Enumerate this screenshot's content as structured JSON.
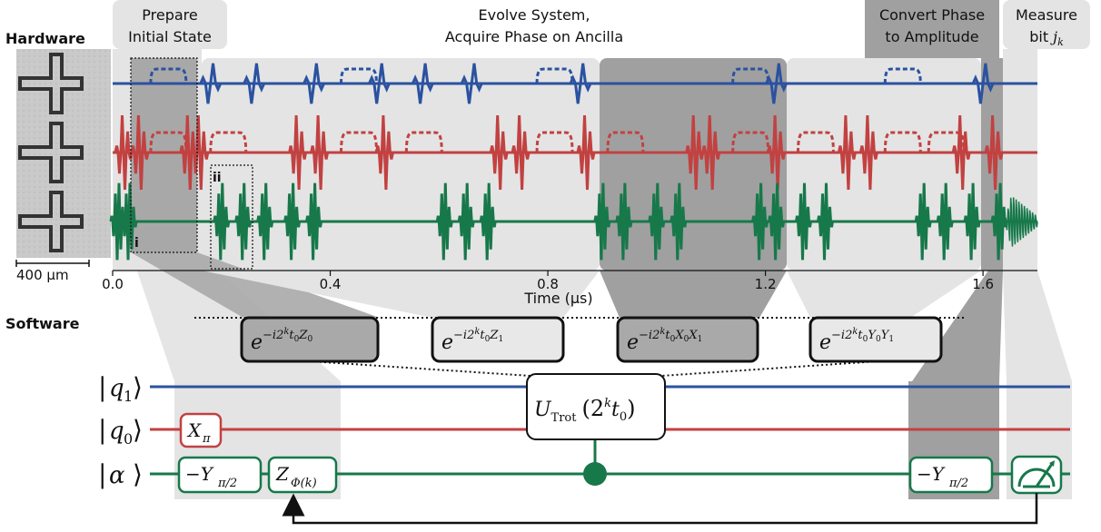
{
  "colors": {
    "q1": "#2b52a0",
    "q0": "#c24141",
    "ancilla": "#17784a",
    "shade_light": "#e4e4e4",
    "shade_dark": "#9e9e9e",
    "gate_dark_fill": "#a9a9a9",
    "gate_light_fill": "#e8e8e8"
  },
  "section_labels": {
    "hardware": "Hardware",
    "software": "Software"
  },
  "stage_labels": {
    "prepare_line1": "Prepare",
    "prepare_line2": "Initial State",
    "evolve_line1": "Evolve System,",
    "evolve_line2": "Acquire Phase on Ancilla",
    "convert_line1": "Convert Phase",
    "convert_line2": "to Amplitude",
    "measure_line1": "Measure",
    "measure_line2_prefix": "bit",
    "measure_line2_var": "j",
    "measure_line2_sub": "k"
  },
  "chip": {
    "scale_bar": "400 µm"
  },
  "axis": {
    "xlabel": "Time (µs)",
    "ticks": [
      "0.0",
      "0.4",
      "0.8",
      "1.2",
      "1.6"
    ],
    "tick_values": [
      0.0,
      0.4,
      0.8,
      1.2,
      1.6
    ],
    "xlim": [
      0.0,
      1.7
    ]
  },
  "zoom_boxes": {
    "box_i": "i",
    "box_ii": "ii"
  },
  "trotter_terms": [
    {
      "prefix": "e",
      "exp": "−i2",
      "exp_sup": "k",
      "t": "t",
      "t_sub": "0",
      "op": "Z",
      "op_sub": "0",
      "op2": "",
      "op2_sub": "",
      "shade": "dark"
    },
    {
      "prefix": "e",
      "exp": "−i2",
      "exp_sup": "k",
      "t": "t",
      "t_sub": "0",
      "op": "Z",
      "op_sub": "1",
      "op2": "",
      "op2_sub": "",
      "shade": "light"
    },
    {
      "prefix": "e",
      "exp": "−i2",
      "exp_sup": "k",
      "t": "t",
      "t_sub": "0",
      "op": "X",
      "op_sub": "0",
      "op2": "X",
      "op2_sub": "1",
      "shade": "dark"
    },
    {
      "prefix": "e",
      "exp": "−i2",
      "exp_sup": "k",
      "t": "t",
      "t_sub": "0",
      "op": "Y",
      "op_sub": "0",
      "op2": "Y",
      "op2_sub": "1",
      "shade": "light"
    }
  ],
  "circuit": {
    "wires": [
      {
        "name": "q",
        "sub": "1"
      },
      {
        "name": "q",
        "sub": "0"
      },
      {
        "name": "α",
        "sub": ""
      }
    ],
    "gates": {
      "x_pi": {
        "op": "X",
        "sub": "π"
      },
      "neg_y_half_1": {
        "op": "−Y",
        "sub": "π/2"
      },
      "z_phi": {
        "op": "Z",
        "sub": "Φ(k)"
      },
      "u_trot": {
        "op": "U",
        "sub": "Trot",
        "arg_open": "(2",
        "arg_sup": "k",
        "arg_t": "t",
        "arg_sub": "0",
        "arg_close": ")"
      },
      "neg_y_half_2": {
        "op": "−Y",
        "sub": "π/2"
      },
      "measure": {
        "icon": "meter-icon"
      }
    }
  }
}
